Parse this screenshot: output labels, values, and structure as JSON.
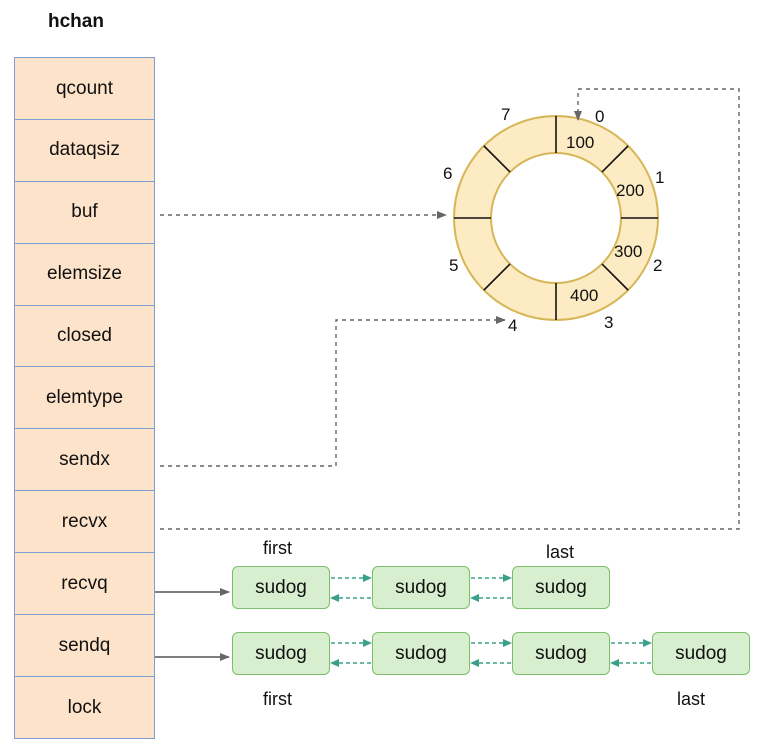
{
  "title": "hchan",
  "fields": [
    "qcount",
    "dataqsiz",
    "buf",
    "elemsize",
    "closed",
    "elemtype",
    "sendx",
    "recvx",
    "recvq",
    "sendq",
    "lock"
  ],
  "ring": {
    "slot_values": [
      "100",
      "200",
      "300",
      "400"
    ],
    "indices": [
      "0",
      "1",
      "2",
      "3",
      "4",
      "5",
      "6",
      "7"
    ]
  },
  "recvq": {
    "first_label": "first",
    "last_label": "last",
    "nodes": [
      "sudog",
      "sudog",
      "sudog"
    ]
  },
  "sendq": {
    "first_label": "first",
    "last_label": "last",
    "nodes": [
      "sudog",
      "sudog",
      "sudog",
      "sudog"
    ]
  },
  "colors": {
    "field_fill": "#fde3c9",
    "field_border": "#7f9fd4",
    "ring_fill": "#fdebc4",
    "ring_border": "#d6b656",
    "sudog_fill": "#d7efcf",
    "sudog_border": "#7cbf6a",
    "queue_arrow": "#3aa08a",
    "pointer_line": "#666666"
  }
}
